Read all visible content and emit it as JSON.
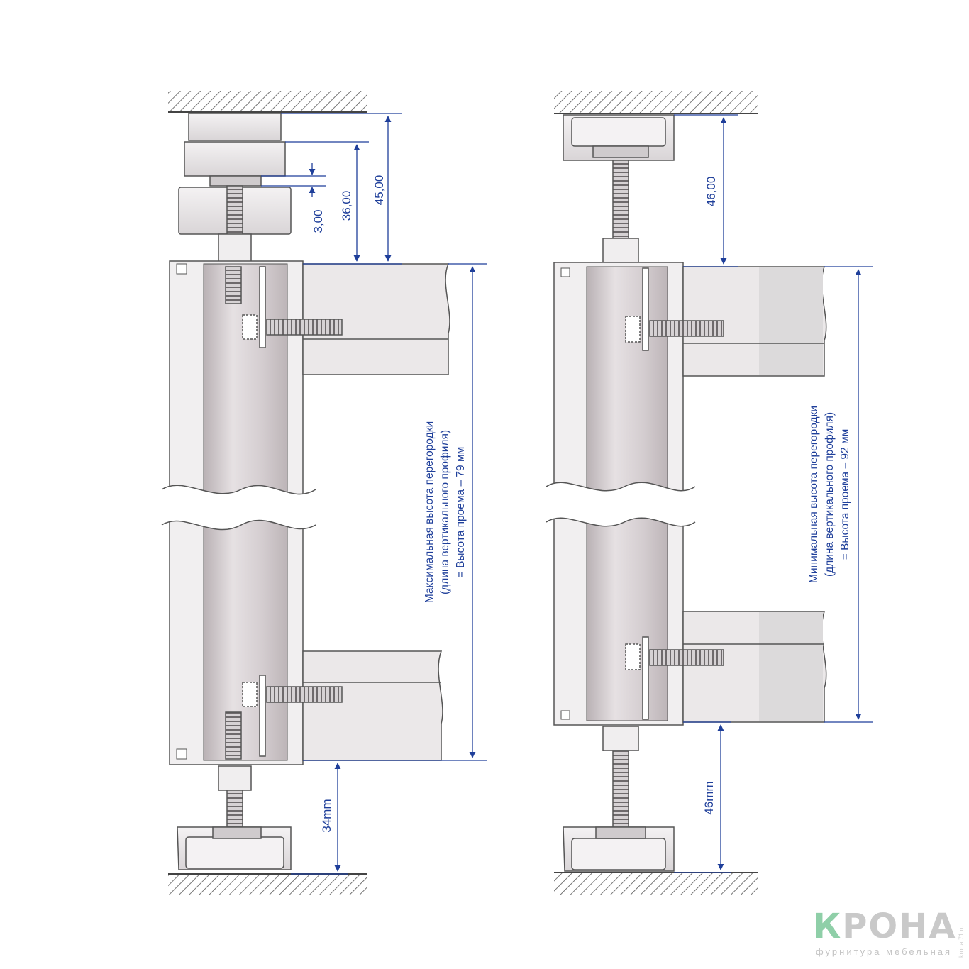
{
  "left_assembly": {
    "dim_3": "3,00",
    "dim_36": "36,00",
    "dim_45": "45,00",
    "dim_bottom": "34mm",
    "note_line1": "Максимальная высота перегородки",
    "note_line2": "(длина вертикального профиля)",
    "note_line3": "= Высота проема – 79 мм"
  },
  "right_assembly": {
    "dim_top": "46,00",
    "dim_bottom": "46mm",
    "note_line1": "Минимальная высота перегородки",
    "note_line2": "(длина вертикального профиля)",
    "note_line3": "= Высота проема – 92 мм"
  },
  "logo": {
    "first_letter": "К",
    "rest": "РОНА",
    "tagline": "фурнитура мебельная",
    "site": "kronat71.ru"
  },
  "colors": {
    "dimension_line": "#1f3f9a",
    "hatch": "#555555",
    "profile_fill": "#e8e4e6",
    "channel_fill": "#d8d2d4"
  }
}
